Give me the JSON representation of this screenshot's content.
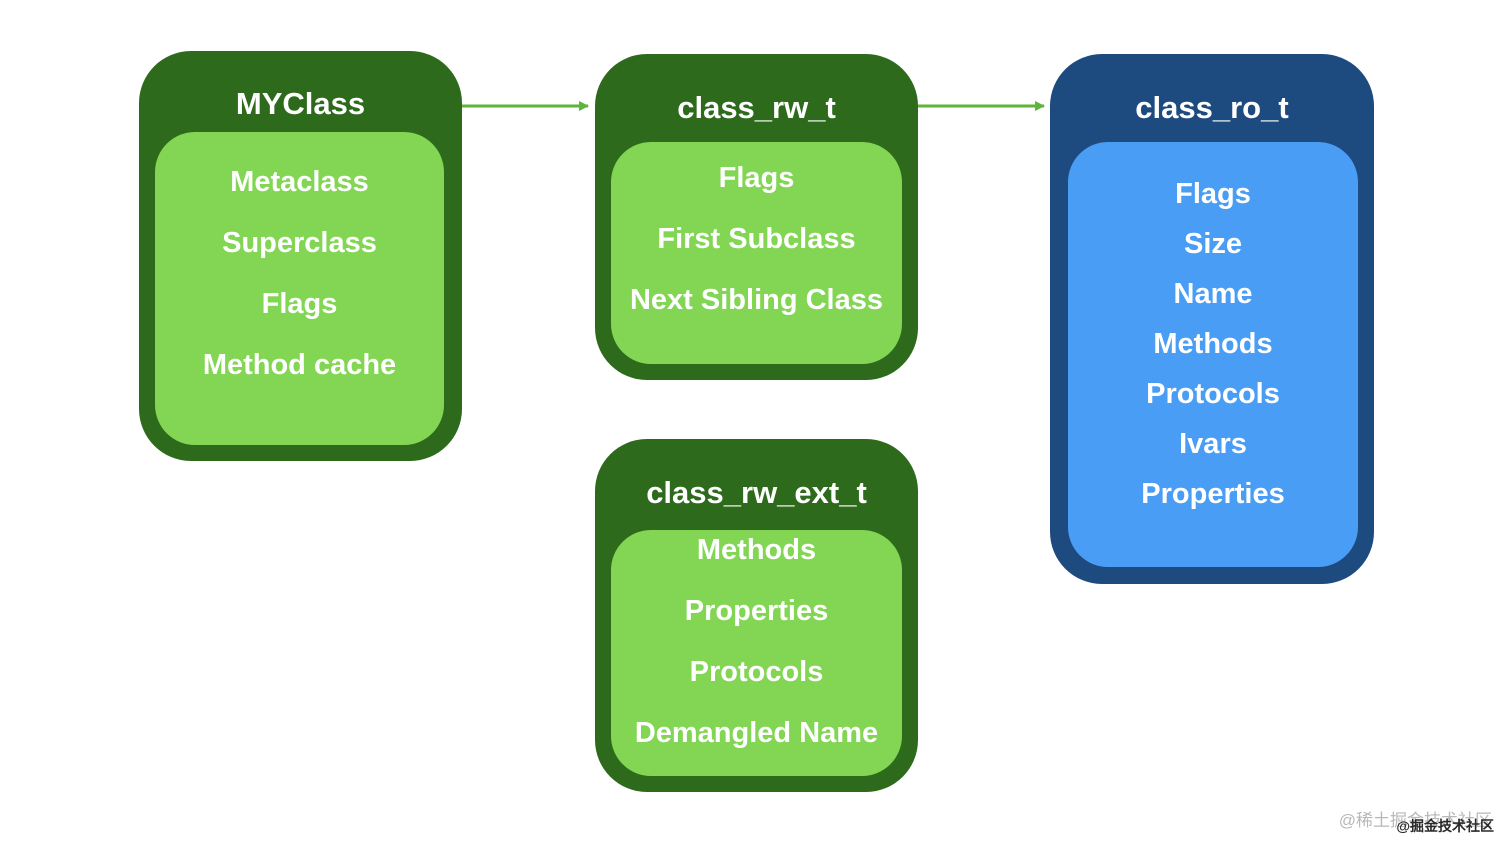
{
  "colors": {
    "green_outer": "#2d6a1c",
    "green_inner": "#82d654",
    "blue_outer": "#1d4b80",
    "blue_inner": "#4a9df4",
    "arrow": "#5fb43a",
    "text": "#ffffff"
  },
  "boxes": {
    "myclass": {
      "title": "MYClass",
      "fields": [
        "Metaclass",
        "Superclass",
        "Flags",
        "Method cache"
      ]
    },
    "class_rw_t": {
      "title": "class_rw_t",
      "fields": [
        "Flags",
        "First Subclass",
        "Next Sibling Class"
      ]
    },
    "class_rw_ext_t": {
      "title": "class_rw_ext_t",
      "fields": [
        "Methods",
        "Properties",
        "Protocols",
        "Demangled Name"
      ]
    },
    "class_ro_t": {
      "title": "class_ro_t",
      "fields": [
        "Flags",
        "Size",
        "Name",
        "Methods",
        "Protocols",
        "Ivars",
        "Properties"
      ]
    }
  },
  "connections": [
    {
      "from": "MYClass",
      "to": "class_rw_t"
    },
    {
      "from": "class_rw_t",
      "to": "class_ro_t"
    }
  ],
  "watermark": {
    "text": "@稀土掘金技术社区",
    "overlay": "@掘金技术社区"
  }
}
